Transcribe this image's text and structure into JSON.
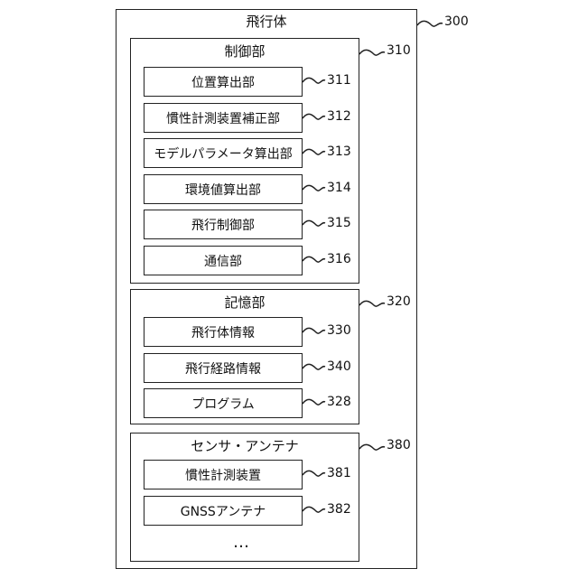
{
  "outer": {
    "title": "飛行体",
    "ref": "300"
  },
  "control": {
    "title": "制御部",
    "ref": "310",
    "items": [
      {
        "label": "位置算出部",
        "ref": "311"
      },
      {
        "label": "慣性計測装置補正部",
        "ref": "312"
      },
      {
        "label": "モデルパラメータ算出部",
        "ref": "313"
      },
      {
        "label": "環境値算出部",
        "ref": "314"
      },
      {
        "label": "飛行制御部",
        "ref": "315"
      },
      {
        "label": "通信部",
        "ref": "316"
      }
    ]
  },
  "storage": {
    "title": "記憶部",
    "ref": "320",
    "items": [
      {
        "label": "飛行体情報",
        "ref": "330"
      },
      {
        "label": "飛行経路情報",
        "ref": "340"
      },
      {
        "label": "プログラム",
        "ref": "328"
      }
    ]
  },
  "sensor": {
    "title": "センサ・アンテナ",
    "ref": "380",
    "items": [
      {
        "label": "慣性計測装置",
        "ref": "381"
      },
      {
        "label": "GNSSアンテナ",
        "ref": "382"
      }
    ],
    "ellipsis": "…"
  }
}
